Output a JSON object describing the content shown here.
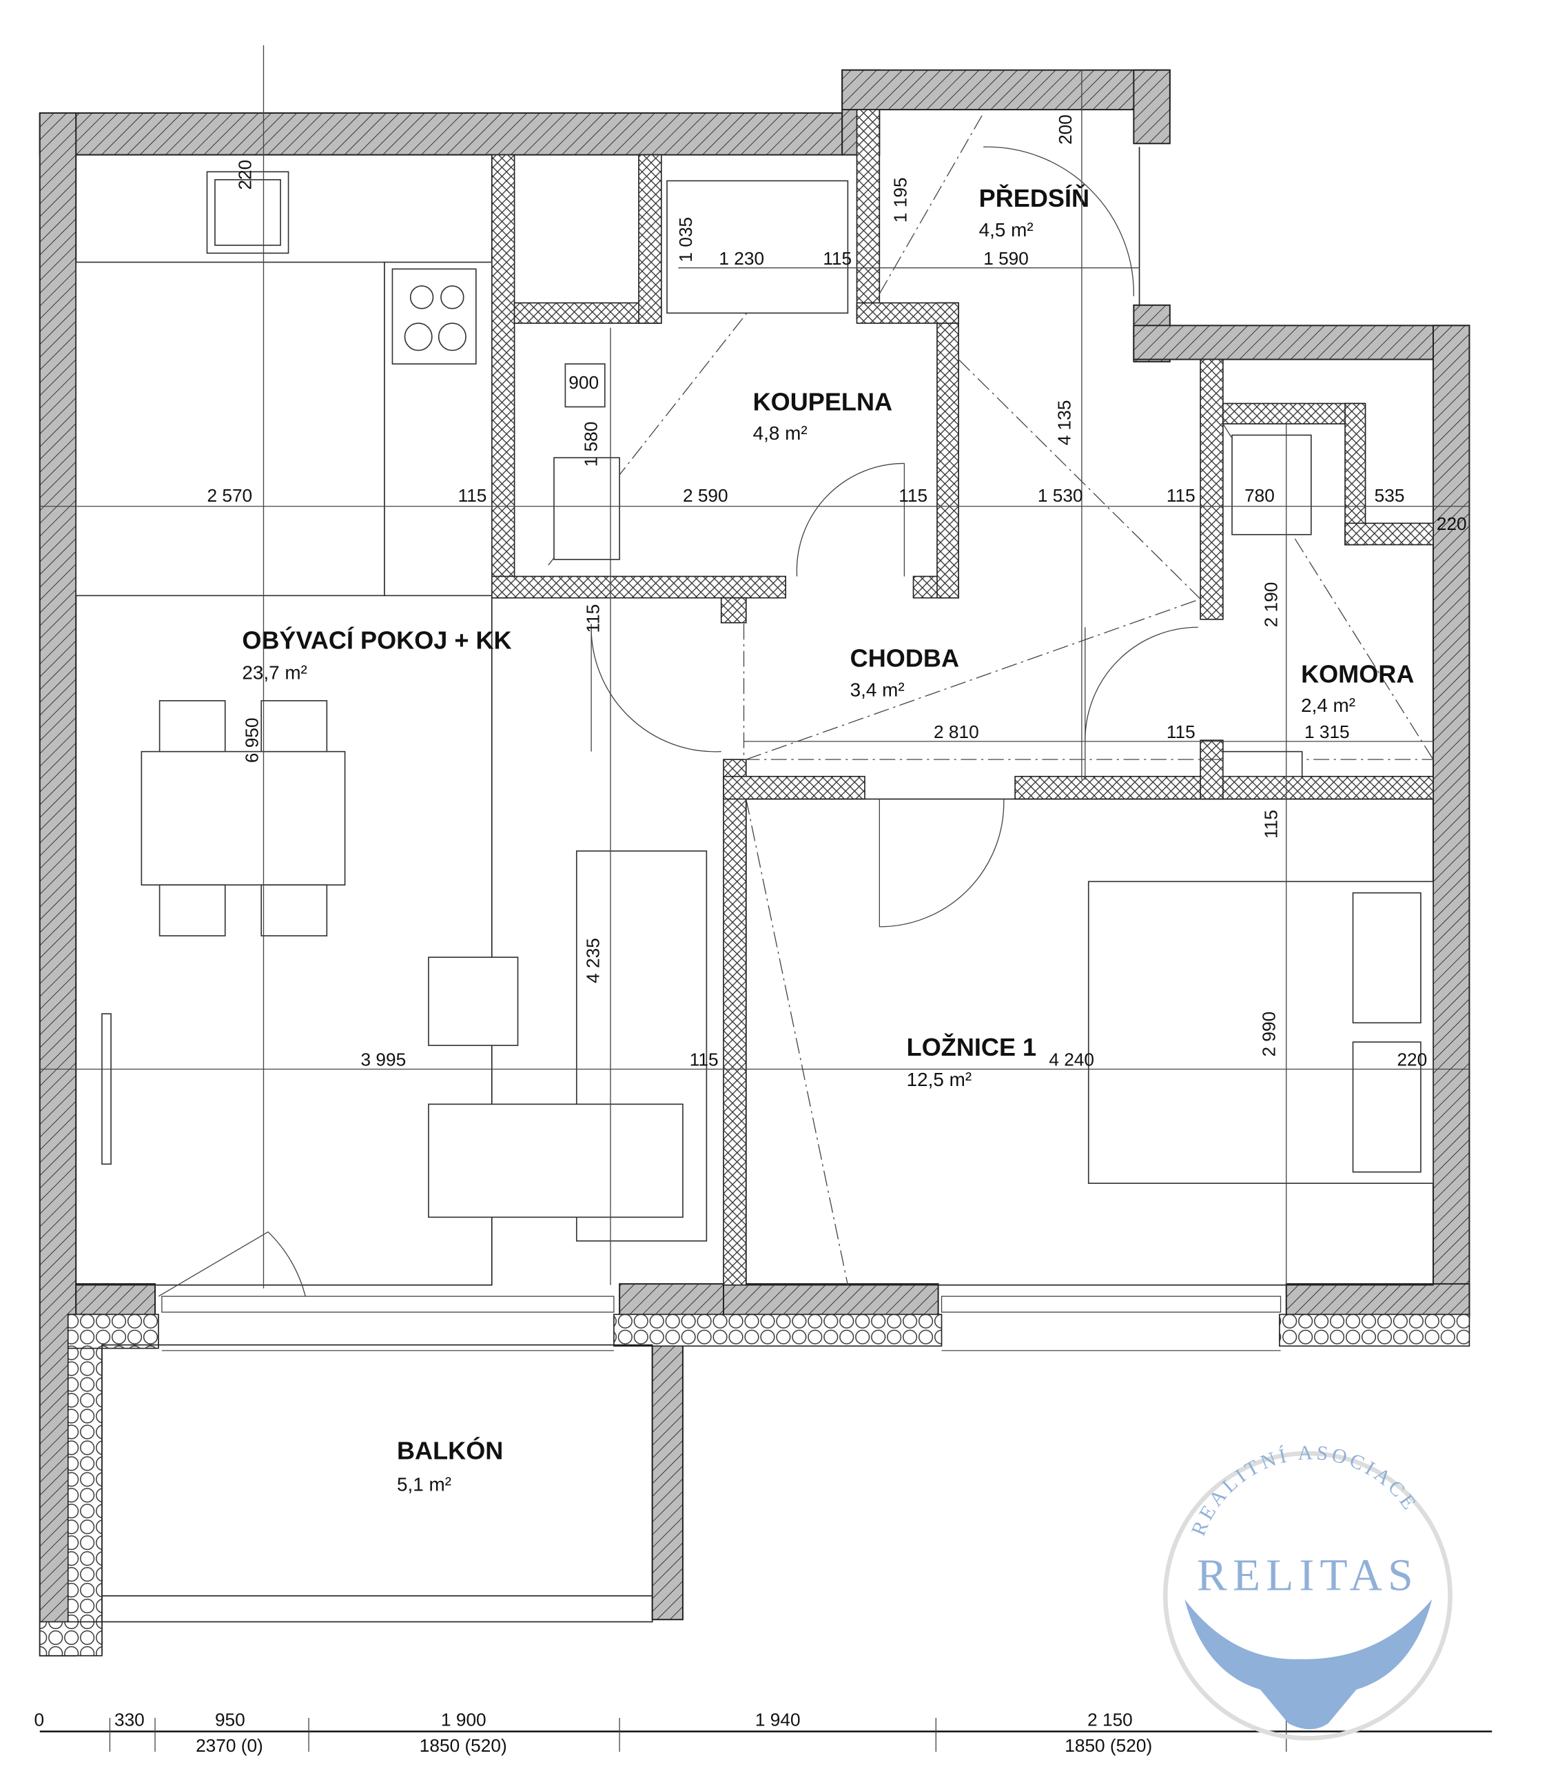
{
  "rooms": {
    "living": {
      "name": "OBÝVACÍ POKOJ + KK",
      "area": "23,7 m²"
    },
    "bathroom": {
      "name": "KOUPELNA",
      "area": "4,8 m²"
    },
    "hall": {
      "name": "PŘEDSÍŇ",
      "area": "4,5 m²"
    },
    "corridor": {
      "name": "CHODBA",
      "area": "3,4 m²"
    },
    "storage": {
      "name": "KOMORA",
      "area": "2,4 m²"
    },
    "bedroom": {
      "name": "LOŽNICE 1",
      "area": "12,5 m²"
    },
    "balcony": {
      "name": "BALKÓN",
      "area": "5,1 m²"
    }
  },
  "dimensions": {
    "d1": "220",
    "d2": "2 570",
    "d3": "115",
    "d4": "2 590",
    "d5": "115",
    "d6": "1 530",
    "d7": "115",
    "d8": "780",
    "d9": "535",
    "d10": "220",
    "d11": "900",
    "d12": "1 580",
    "d13": "1 035",
    "d14": "1 230",
    "d15": "115",
    "d16": "1 195",
    "d17": "200",
    "d18": "1 590",
    "d19": "4 135",
    "d20": "2 190",
    "d21": "1 315",
    "d22": "115",
    "d23": "2 810",
    "d24": "115",
    "d25": "6 950",
    "d26": "115",
    "d27": "4 235",
    "d28": "3 995",
    "d29": "115",
    "d30": "4 240",
    "d31": "220",
    "d32": "2 990"
  },
  "bottom_dimensions": {
    "b0": "0",
    "b1": "330",
    "b2": "950",
    "b2s": "2370 (0)",
    "b3": "1 900",
    "b3s": "1850 (520)",
    "b4": "1 940",
    "b5": "2 150",
    "b5s": "1850 (520)"
  },
  "logo": {
    "arc_text": "REALITNÍ ASOCIACE",
    "name": "RELITAS",
    "color": "#8fb0d8"
  }
}
